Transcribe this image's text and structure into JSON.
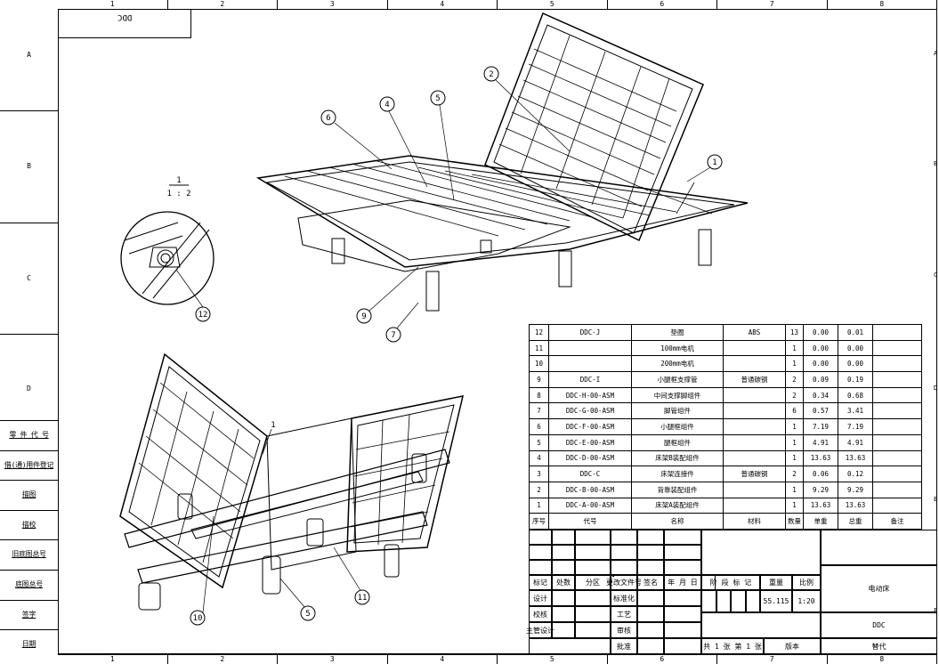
{
  "drawing": {
    "stamp": "DDC",
    "detail_scale_num": "1",
    "detail_scale_den": "1 : 2",
    "zones_x": [
      "1",
      "2",
      "3",
      "4",
      "5",
      "6",
      "7",
      "8"
    ],
    "zones_y": [
      "A",
      "B",
      "C",
      "D",
      "E",
      "F"
    ]
  },
  "balloons": {
    "top": [
      "1",
      "2",
      "4",
      "5",
      "6",
      "7",
      "9"
    ],
    "detail": "12",
    "bottom": [
      "1",
      "5",
      "10",
      "11"
    ]
  },
  "left_block": [
    "零 件 代 号",
    "借(通)用件登记",
    "描图",
    "描校",
    "旧底图总号",
    "底图总号",
    "签字",
    "日期"
  ],
  "bom": {
    "rows": [
      {
        "no": "12",
        "code": "DDC-J",
        "name": "垫圈",
        "material": "ABS",
        "qty": "13",
        "unit": "0.00",
        "total": "0.01",
        "note": ""
      },
      {
        "no": "11",
        "code": "",
        "name": "100mm电机",
        "material": "",
        "qty": "1",
        "unit": "0.00",
        "total": "0.00",
        "note": ""
      },
      {
        "no": "10",
        "code": "",
        "name": "200mm电机",
        "material": "",
        "qty": "1",
        "unit": "0.00",
        "total": "0.00",
        "note": ""
      },
      {
        "no": "9",
        "code": "DDC-I",
        "name": "小腿框支撑管",
        "material": "普通碳钢",
        "qty": "2",
        "unit": "0.09",
        "total": "0.19",
        "note": ""
      },
      {
        "no": "8",
        "code": "DDC-H-00-ASM",
        "name": "中间支撑脚组件",
        "material": "",
        "qty": "2",
        "unit": "0.34",
        "total": "0.68",
        "note": ""
      },
      {
        "no": "7",
        "code": "DDC-G-00-ASM",
        "name": "脚管组件",
        "material": "",
        "qty": "6",
        "unit": "0.57",
        "total": "3.41",
        "note": ""
      },
      {
        "no": "6",
        "code": "DDC-F-00-ASM",
        "name": "小腿框组件",
        "material": "",
        "qty": "1",
        "unit": "7.19",
        "total": "7.19",
        "note": ""
      },
      {
        "no": "5",
        "code": "DDC-E-00-ASM",
        "name": "腿框组件",
        "material": "",
        "qty": "1",
        "unit": "4.91",
        "total": "4.91",
        "note": ""
      },
      {
        "no": "4",
        "code": "DDC-D-00-ASM",
        "name": "床架B装配组件",
        "material": "",
        "qty": "1",
        "unit": "13.63",
        "total": "13.63",
        "note": ""
      },
      {
        "no": "3",
        "code": "DDC-C",
        "name": "床架连接件",
        "material": "普通碳钢",
        "qty": "2",
        "unit": "0.06",
        "total": "0.12",
        "note": ""
      },
      {
        "no": "2",
        "code": "DDC-B-00-ASM",
        "name": "背靠装配组件",
        "material": "",
        "qty": "1",
        "unit": "9.29",
        "total": "9.29",
        "note": ""
      },
      {
        "no": "1",
        "code": "DDC-A-00-ASM",
        "name": "床架A装配组件",
        "material": "",
        "qty": "1",
        "unit": "13.63",
        "total": "13.63",
        "note": ""
      }
    ],
    "header": {
      "no": "序号",
      "code": "代号",
      "name": "名称",
      "material": "材料",
      "qty": "数量",
      "unit": "单重",
      "total": "总重",
      "note": "备注"
    }
  },
  "title_block": {
    "rev_headers": [
      "标记",
      "处数",
      "分区",
      "更改文件号",
      "签名",
      "年 月 日"
    ],
    "roles": [
      "设计",
      "校核",
      "主管设计"
    ],
    "roles2": [
      "标准化",
      "工艺",
      "审核",
      "批准"
    ],
    "stage_label": "阶 段 标 记",
    "weight_label": "重量",
    "scale_label": "比例",
    "weight": "55.115",
    "scale": "1:20",
    "title": "电动床",
    "drawing_no": "DDC",
    "sheets": "共 1 张  第 1 张",
    "version": "版本",
    "replace": "替代"
  }
}
